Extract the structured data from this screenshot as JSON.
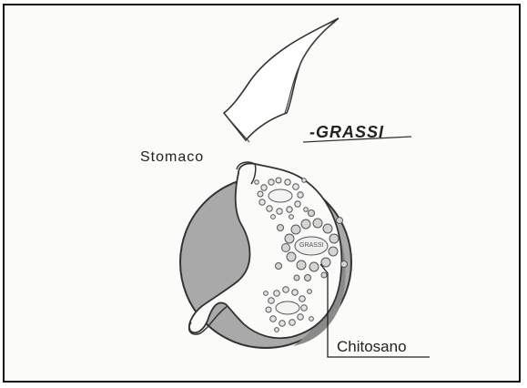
{
  "labels": {
    "stomaco": "Stomaco",
    "grassi": "-GRASSI",
    "chitosano": "Chitosano",
    "grassi_small": "GRASSI"
  },
  "colors": {
    "ink": "#222222",
    "shade": "#a9a9a9",
    "dark_shade": "#8a8a8a",
    "paper": "#fbfbfa"
  }
}
